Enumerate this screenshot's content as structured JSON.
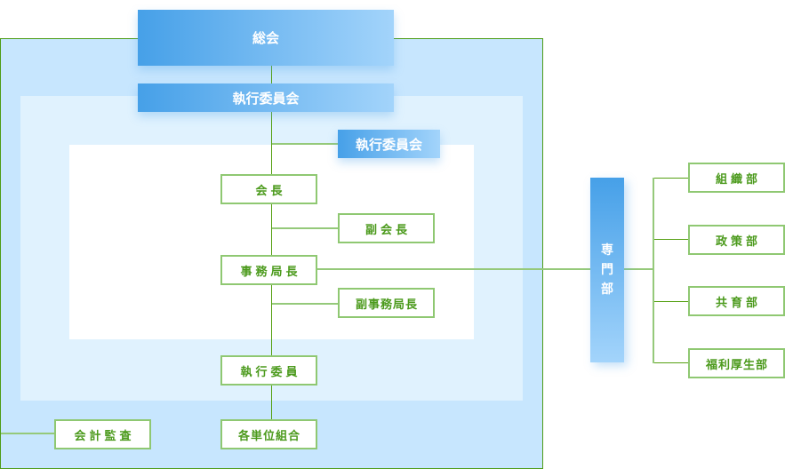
{
  "diagram": {
    "title": "組織図",
    "colors": {
      "blue_start": "#46a0e8",
      "blue_end": "#a3d4fb",
      "green_text": "#4b9a1c",
      "green_border": "#8fc872",
      "green_line": "#55a012",
      "zone_outer": "#c7e6fe",
      "zone_middle": "#e0f2fe"
    },
    "nodes": {
      "general_assembly": "総会",
      "executive_committee_top": "執行委員会",
      "executive_committee_side": "執行委員会",
      "president": "会長",
      "vice_president": "副会長",
      "secretary_general": "事務局長",
      "deputy_secretary_general": "副事務局長",
      "executive_member": "執行委員",
      "unit_unions": "各単位組合",
      "audit": "会計監査",
      "specialized_dept": [
        "専",
        "門",
        "部"
      ],
      "organization_dept": "組織部",
      "policy_dept": "政策部",
      "education_dept": "共育部",
      "welfare_dept": "福利厚生部"
    }
  }
}
